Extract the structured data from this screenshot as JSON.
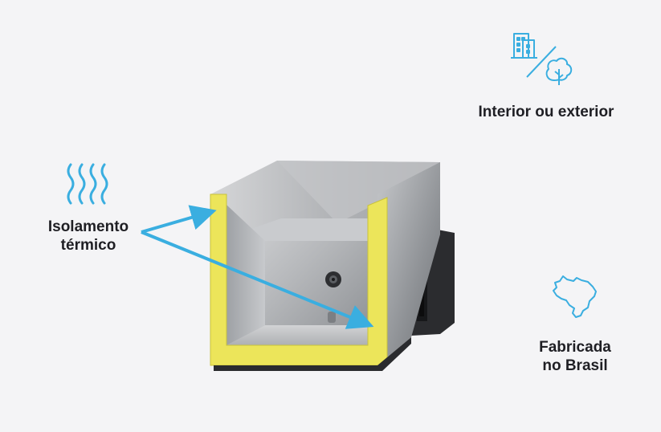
{
  "features": {
    "location": {
      "label": "Interior ou exterior",
      "icon": "building-tree-icon"
    },
    "insulation": {
      "label_line1": "Isolamento",
      "label_line2": "térmico",
      "icon": "heat-waves-icon"
    },
    "origin": {
      "label_line1": "Fabricada",
      "label_line2": "no Brasil",
      "icon": "brazil-map-icon"
    }
  },
  "colors": {
    "background": "#f4f4f6",
    "accent_blue": "#3aaee0",
    "insulation_yellow": "#ece55a",
    "text": "#1f1f24"
  }
}
